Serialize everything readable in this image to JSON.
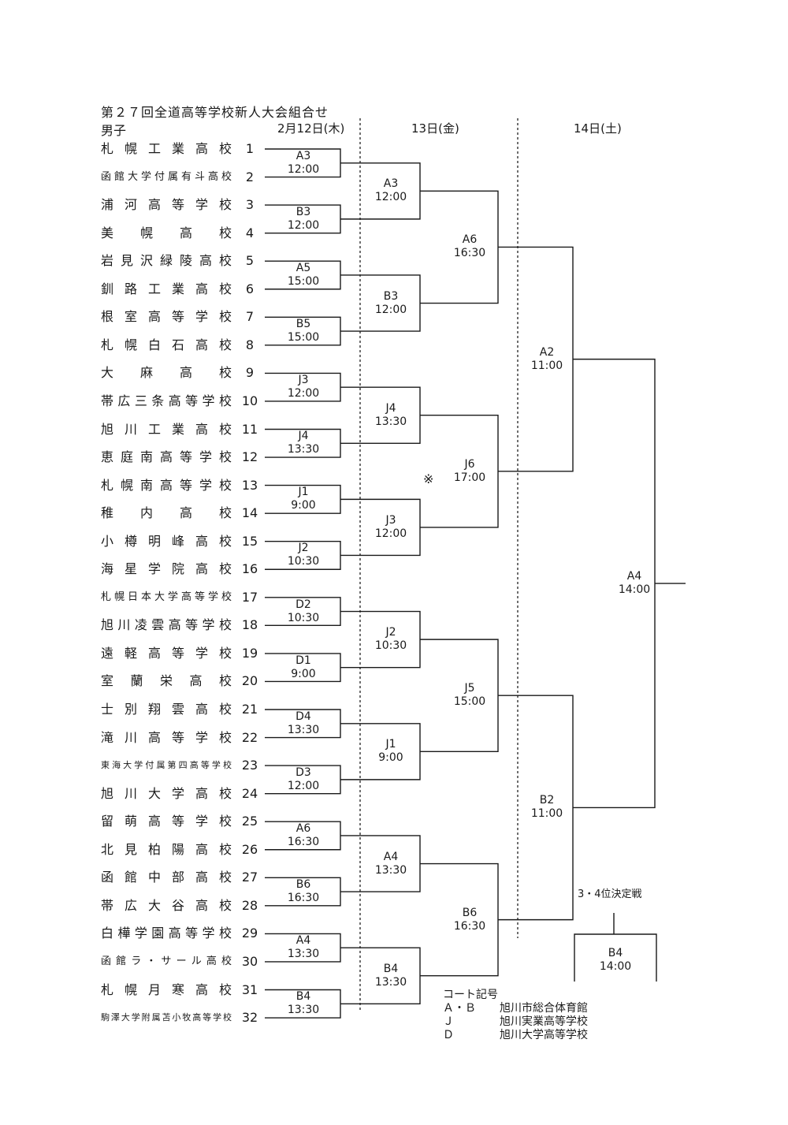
{
  "header": {
    "title": "第２７回全道高等学校新人大会組合せ",
    "subtitle": "男子",
    "days": [
      "2月12日(木)",
      "13日(金)",
      "14日(土)"
    ]
  },
  "teams": [
    {
      "seed": "1",
      "name": "札幌工業高校"
    },
    {
      "seed": "2",
      "name": "函館大学付属有斗高校"
    },
    {
      "seed": "3",
      "name": "浦河高等学校"
    },
    {
      "seed": "4",
      "name": "美幌高校"
    },
    {
      "seed": "5",
      "name": "岩見沢緑陵高校"
    },
    {
      "seed": "6",
      "name": "釧路工業高校"
    },
    {
      "seed": "7",
      "name": "根室高等学校"
    },
    {
      "seed": "8",
      "name": "札幌白石高校"
    },
    {
      "seed": "9",
      "name": "大麻高校"
    },
    {
      "seed": "10",
      "name": "帯広三条高等学校"
    },
    {
      "seed": "11",
      "name": "旭川工業高校"
    },
    {
      "seed": "12",
      "name": "恵庭南高等学校"
    },
    {
      "seed": "13",
      "name": "札幌南高等学校"
    },
    {
      "seed": "14",
      "name": "稚内高校"
    },
    {
      "seed": "15",
      "name": "小樽明峰高校"
    },
    {
      "seed": "16",
      "name": "海星学院高校"
    },
    {
      "seed": "17",
      "name": "札幌日本大学高等学校"
    },
    {
      "seed": "18",
      "name": "旭川凌雲高等学校"
    },
    {
      "seed": "19",
      "name": "遠軽高等学校"
    },
    {
      "seed": "20",
      "name": "室蘭栄高校"
    },
    {
      "seed": "21",
      "name": "士別翔雲高校"
    },
    {
      "seed": "22",
      "name": "滝川高等学校"
    },
    {
      "seed": "23",
      "name": "東海大学付属第四高等学校"
    },
    {
      "seed": "24",
      "name": "旭川大学高校"
    },
    {
      "seed": "25",
      "name": "留萌高等学校"
    },
    {
      "seed": "26",
      "name": "北見柏陽高校"
    },
    {
      "seed": "27",
      "name": "函館中部高校"
    },
    {
      "seed": "28",
      "name": "帯広大谷高校"
    },
    {
      "seed": "29",
      "name": "白樺学園高等学校"
    },
    {
      "seed": "30",
      "name": "函館ラ・サール高校"
    },
    {
      "seed": "31",
      "name": "札幌月寒高校"
    },
    {
      "seed": "32",
      "name": "駒澤大学附属苫小牧高等学校"
    }
  ],
  "round1": [
    {
      "court": "A3",
      "time": "12:00"
    },
    {
      "court": "B3",
      "time": "12:00"
    },
    {
      "court": "A5",
      "time": "15:00"
    },
    {
      "court": "B5",
      "time": "15:00"
    },
    {
      "court": "J3",
      "time": "12:00"
    },
    {
      "court": "J4",
      "time": "13:30"
    },
    {
      "court": "J1",
      "time": "9:00"
    },
    {
      "court": "J2",
      "time": "10:30"
    },
    {
      "court": "D2",
      "time": "10:30"
    },
    {
      "court": "D1",
      "time": "9:00"
    },
    {
      "court": "D4",
      "time": "13:30"
    },
    {
      "court": "D3",
      "time": "12:00"
    },
    {
      "court": "A6",
      "time": "16:30"
    },
    {
      "court": "B6",
      "time": "16:30"
    },
    {
      "court": "A4",
      "time": "13:30"
    },
    {
      "court": "B4",
      "time": "13:30"
    }
  ],
  "round2": [
    {
      "court": "A3",
      "time": "12:00"
    },
    {
      "court": "B3",
      "time": "12:00"
    },
    {
      "court": "J4",
      "time": "13:30"
    },
    {
      "court": "J3",
      "time": "12:00"
    },
    {
      "court": "J2",
      "time": "10:30"
    },
    {
      "court": "J1",
      "time": "9:00"
    },
    {
      "court": "A4",
      "time": "13:30"
    },
    {
      "court": "B4",
      "time": "13:30"
    }
  ],
  "round3": [
    {
      "court": "A6",
      "time": "16:30"
    },
    {
      "court": "J6",
      "time": "17:00"
    },
    {
      "court": "J5",
      "time": "15:00"
    },
    {
      "court": "B6",
      "time": "16:30"
    }
  ],
  "semis": [
    {
      "court": "A2",
      "time": "11:00"
    },
    {
      "court": "B2",
      "time": "11:00"
    }
  ],
  "final": {
    "court": "A4",
    "time": "14:00"
  },
  "third_place": {
    "label": "3・4位決定戦",
    "court": "B4",
    "time": "14:00"
  },
  "note_mark": "※",
  "legend": {
    "title": "コート記号",
    "rows": [
      {
        "code": "Ａ・Ｂ",
        "venue": "旭川市総合体育館"
      },
      {
        "code": "Ｊ",
        "venue": "旭川実業高等学校"
      },
      {
        "code": "Ｄ",
        "venue": "旭川大学高等学校"
      }
    ]
  }
}
